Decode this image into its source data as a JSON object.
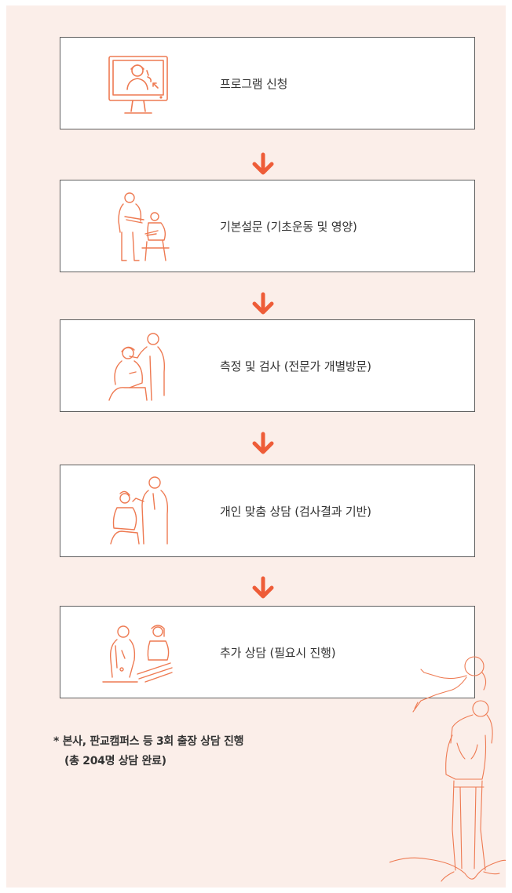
{
  "steps": [
    {
      "label": "프로그램 신청",
      "icon": "online-application-monitor-icon"
    },
    {
      "label": "기본설문 (기초운동 및 영양)",
      "icon": "survey-consultation-icon"
    },
    {
      "label": "측정 및 검사 (전문가 개별방문)",
      "icon": "measurement-exam-icon"
    },
    {
      "label": "개인 맞춤 상담 (검사결과 기반)",
      "icon": "personal-counseling-icon"
    },
    {
      "label": "추가 상담 (필요시 진행)",
      "icon": "additional-counseling-icon"
    }
  ],
  "notes": {
    "line1": "* 본사, 판교캠퍼스 등 3회 출장 상담 진행",
    "line2": "(총 204명 상담 완료)"
  },
  "colors": {
    "background": "#fbeee9",
    "arrow": "#ee5c38",
    "line_art": "#ee7a52",
    "box_border": "#5f5f5f"
  },
  "decoration": {
    "icon": "parent-lifting-child-illustration"
  }
}
